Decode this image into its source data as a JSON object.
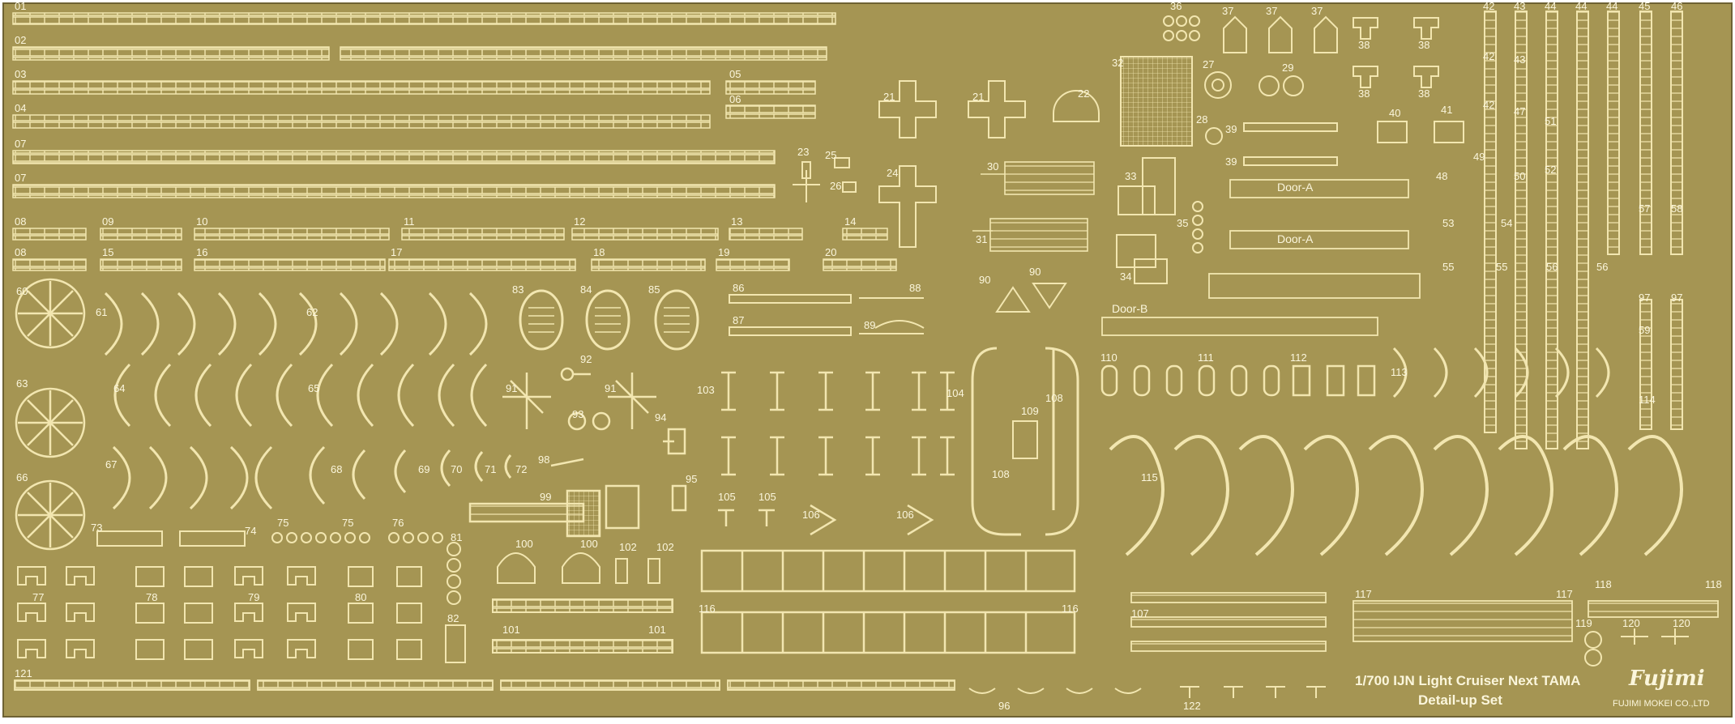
{
  "sheet": {
    "title": "1/700 IJN Light Cruiser Next TAMA",
    "subtitle": "Detail-up Set",
    "brand": "Fujimi",
    "maker": "FUJIMI MOKEI CO.,LTD",
    "colors": {
      "fret": "#a59553",
      "line": "#f2e6b0",
      "edge": "#6e6234",
      "text": "#fbf6dc"
    }
  },
  "labels": {
    "l01": "01",
    "l02": "02",
    "l03": "03",
    "l04": "04",
    "l05": "05",
    "l06": "06",
    "l07a": "07",
    "l07b": "07",
    "l08a": "08",
    "l08b": "08",
    "l09": "09",
    "l10": "10",
    "l11": "11",
    "l12": "12",
    "l13": "13",
    "l14": "14",
    "l15": "15",
    "l16": "16",
    "l17": "17",
    "l18": "18",
    "l19": "19",
    "l20": "20",
    "l21a": "21",
    "l21b": "21",
    "l22": "22",
    "l23": "23",
    "l24": "24",
    "l25": "25",
    "l26": "26",
    "l27": "27",
    "l28": "28",
    "l29": "29",
    "l30": "30",
    "l31": "31",
    "l32": "32",
    "l33": "33",
    "l34": "34",
    "l35": "35",
    "l36": "36",
    "l37a": "37",
    "l37b": "37",
    "l37c": "37",
    "l38a": "38",
    "l38b": "38",
    "l38c": "38",
    "l38d": "38",
    "l39a": "39",
    "l39b": "39",
    "l40": "40",
    "l41": "41",
    "l42a": "42",
    "l42b": "42",
    "l42c": "42",
    "l43a": "43",
    "l43b": "43",
    "l44a": "44",
    "l44b": "44",
    "l44c": "44",
    "l45": "45",
    "l46": "46",
    "l47": "47",
    "l48": "48",
    "l49": "49",
    "l50": "50",
    "l51": "51",
    "l52": "52",
    "l53": "53",
    "l54": "54",
    "l55a": "55",
    "l55b": "55",
    "l56a": "56",
    "l56b": "56",
    "l57": "57",
    "l58": "58",
    "l59": "59",
    "l60": "60",
    "l63": "63",
    "l66": "66",
    "l61": "61",
    "l62": "62",
    "l64": "64",
    "l65": "65",
    "l67": "67",
    "l68": "68",
    "l69": "69",
    "l70": "70",
    "l71": "71",
    "l72": "72",
    "l73": "73",
    "l74": "74",
    "l75a": "75",
    "l75b": "75",
    "l76": "76",
    "l77": "77",
    "l78": "78",
    "l79": "79",
    "l80": "80",
    "l81": "81",
    "l82": "82",
    "l83": "83",
    "l84": "84",
    "l85": "85",
    "l86": "86",
    "l87": "87",
    "l88": "88",
    "l89": "89",
    "l90a": "90",
    "l90b": "90",
    "l91a": "91",
    "l91b": "91",
    "l92": "92",
    "l93": "93",
    "l94": "94",
    "l95": "95",
    "l96": "96",
    "l97a": "97",
    "l97b": "97",
    "l98": "98",
    "l99": "99",
    "l100a": "100",
    "l100b": "100",
    "l101a": "101",
    "l101b": "101",
    "l102a": "102",
    "l102b": "102",
    "l103": "103",
    "l104": "104",
    "l105a": "105",
    "l105b": "105",
    "l106a": "106",
    "l106b": "106",
    "l107": "107",
    "l108a": "108",
    "l108b": "108",
    "l109": "109",
    "l110": "110",
    "l111": "111",
    "l112": "112",
    "l113": "113",
    "l114": "114",
    "l115": "115",
    "l116a": "116",
    "l116b": "116",
    "l117a": "117",
    "l117b": "117",
    "l118a": "118",
    "l118b": "118",
    "l119": "119",
    "l120a": "120",
    "l120b": "120",
    "l121": "121",
    "l122": "122",
    "doorA1": "Door-A",
    "doorA2": "Door-A",
    "doorB": "Door-B"
  }
}
